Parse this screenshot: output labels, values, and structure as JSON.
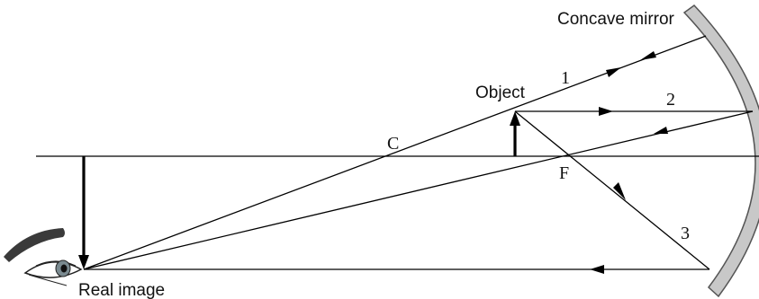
{
  "labels": {
    "mirror": "Concave mirror",
    "object": "Object",
    "real_image": "Real image",
    "center": "C",
    "focus": "F",
    "ray1": "1",
    "ray2": "2",
    "ray3": "3"
  },
  "colors": {
    "mirror_fill": "#c8c8c8",
    "mirror_stroke": "#555555",
    "eye_brow": "#3a3a3a",
    "iris": "#7a8a90",
    "line": "#000000"
  },
  "icons": {
    "eye": "eye-icon"
  }
}
